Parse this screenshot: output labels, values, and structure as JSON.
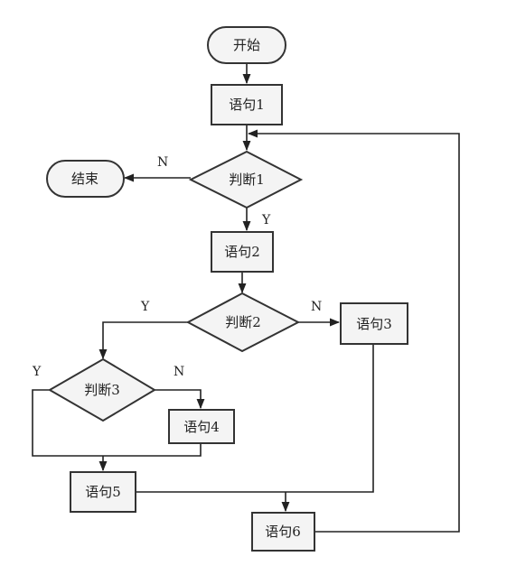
{
  "nodes": {
    "start": "开始",
    "s1": "语句1",
    "d1": "判断1",
    "end": "结束",
    "s2": "语句2",
    "d2": "判断2",
    "s3": "语句3",
    "d3": "判断3",
    "s4": "语句4",
    "s5": "语句5",
    "s6": "语句6"
  },
  "flags": {
    "d1_no": "N",
    "d1_yes": "Y",
    "d2_yes": "Y",
    "d2_no": "N",
    "d3_yes": "Y",
    "d3_no": "N"
  },
  "colors": {
    "stroke": "#333333",
    "fill": "#f4f4f4",
    "line": "#222222"
  }
}
